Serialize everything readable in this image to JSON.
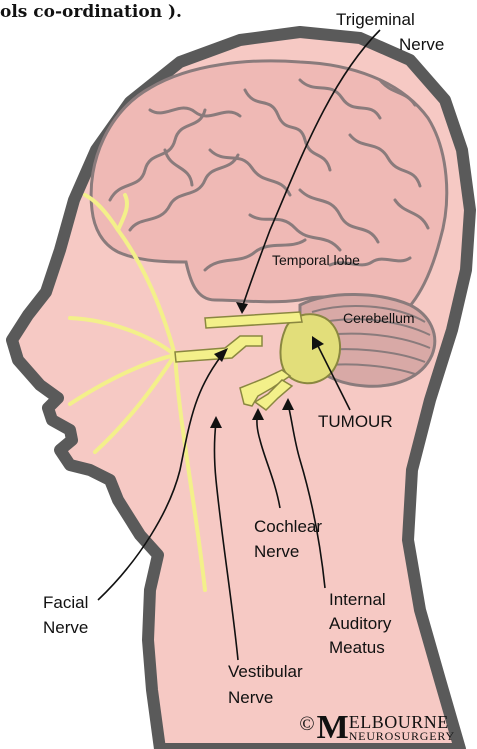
{
  "caption": "ols co-ordination ).",
  "colors": {
    "skin": "#f6c9c4",
    "outline": "#5a5a5a",
    "brain": "#efb9b5",
    "brain_lines": "#8a7b7c",
    "nerve": "#f3f08a",
    "nerve_stroke": "#8a8740",
    "tumour": "#e2de7a"
  },
  "labels": {
    "trigeminal": {
      "line1": "Trigeminal",
      "line2": "Nerve"
    },
    "temporal_lobe": "Temporal lobe",
    "cerebellum": "Cerebellum",
    "tumour": "TUMOUR",
    "cochlear": {
      "line1": "Cochlear",
      "line2": "Nerve"
    },
    "facial": {
      "line1": "Facial",
      "line2": "Nerve"
    },
    "internal_auditory": {
      "line1": "Internal",
      "line2": "Auditory",
      "line3": "Meatus"
    },
    "vestibular": {
      "line1": "Vestibular",
      "line2": "Nerve"
    }
  },
  "copyright": {
    "symbol": "©",
    "initial": "M",
    "word_top": "ELBOURNE",
    "word_bottom": "NEUROSURGERY"
  }
}
